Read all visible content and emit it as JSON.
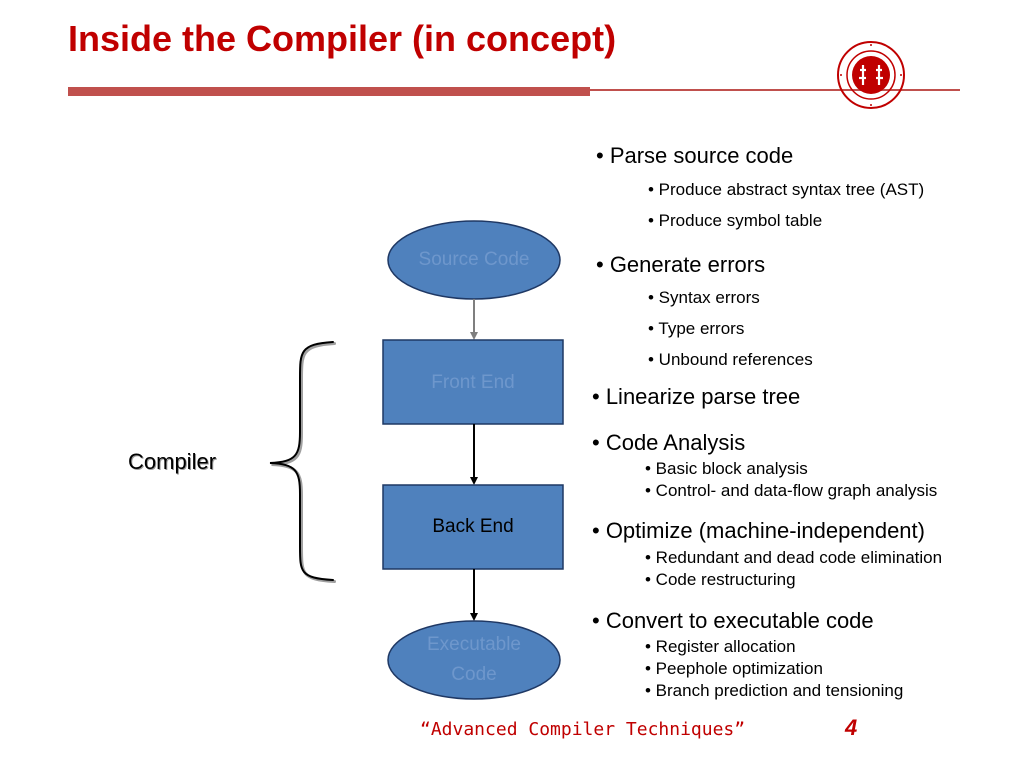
{
  "title": "Inside the Compiler (in concept)",
  "colors": {
    "title": "#c00000",
    "rule": "#c0504d",
    "node_fill": "#4f81bd",
    "node_stroke": "#1f3864",
    "node_text_light": "#6e97cc",
    "node_text_dark": "#000000"
  },
  "diagram": {
    "nodes": {
      "source_code": "Source Code",
      "front_end": "Front End",
      "back_end": "Back End",
      "executable_code": [
        "Executable",
        "Code"
      ]
    },
    "compiler_label": "Compiler"
  },
  "bullets": [
    {
      "text": "• Parse source code",
      "subitems": [
        "• Produce abstract syntax tree (AST)",
        "• Produce symbol table"
      ]
    },
    {
      "text": "• Generate errors",
      "subitems": [
        "• Syntax errors",
        "• Type errors",
        "• Unbound references"
      ]
    },
    {
      "text": "• Linearize parse tree",
      "subitems": []
    },
    {
      "text": "• Code Analysis",
      "subitems": [
        "• Basic block analysis",
        "• Control- and data-flow graph analysis"
      ]
    },
    {
      "text": "• Optimize (machine-independent)",
      "subitems": [
        "• Redundant and dead code elimination",
        "• Code restructuring"
      ]
    },
    {
      "text": "• Convert to executable code",
      "subitems": [
        "• Register allocation",
        "• Peephole optimization",
        "• Branch prediction and tensioning"
      ]
    }
  ],
  "footer": {
    "text": "“Advanced Compiler Techniques”",
    "page_number": "4"
  }
}
